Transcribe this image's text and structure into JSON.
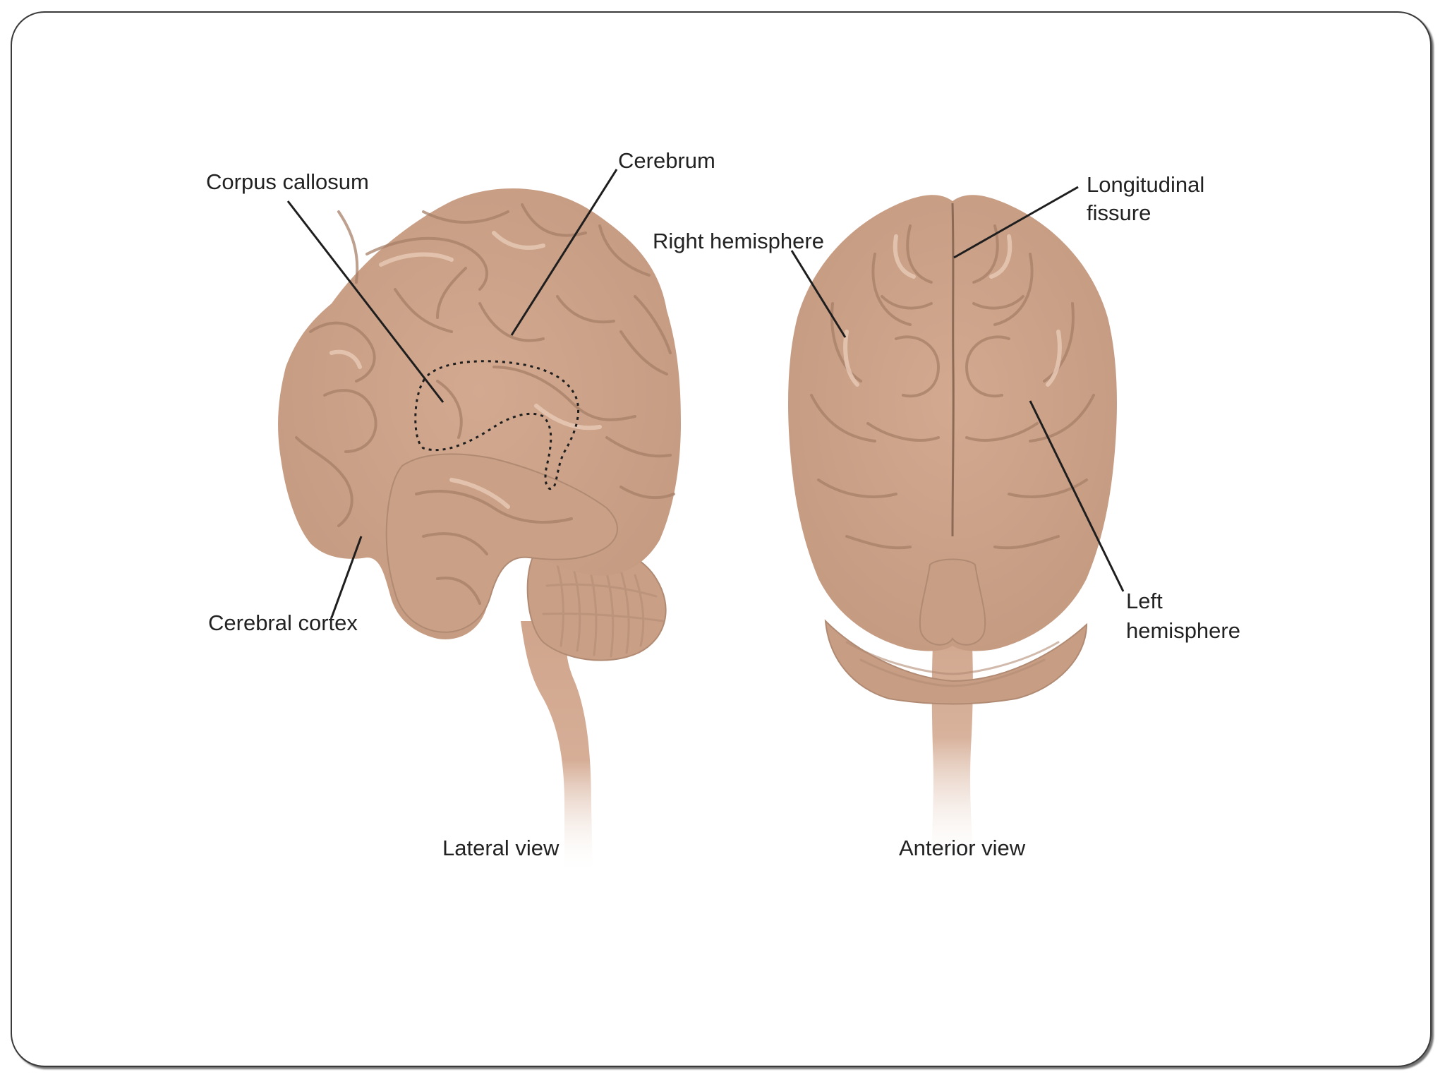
{
  "colors": {
    "brain_fill": "#d0a58c",
    "brain_shadow": "#b88e76",
    "gyrus_line": "#a78068",
    "highlight": "#e6c8b4",
    "label_text": "#222222",
    "frame": "#3a3a3a"
  },
  "diagram": {
    "lateral_view": {
      "caption": "Lateral view",
      "labels": {
        "corpus_callosum": "Corpus callosum",
        "cerebrum": "Cerebrum",
        "cerebral_cortex": "Cerebral cortex"
      }
    },
    "anterior_view": {
      "caption": "Anterior view",
      "labels": {
        "right_hemisphere": "Right hemisphere",
        "longitudinal_fissure_line1": "Longitudinal",
        "longitudinal_fissure_line2": "fissure",
        "left_hemisphere_line1": "Left",
        "left_hemisphere_line2": "hemisphere"
      }
    }
  }
}
